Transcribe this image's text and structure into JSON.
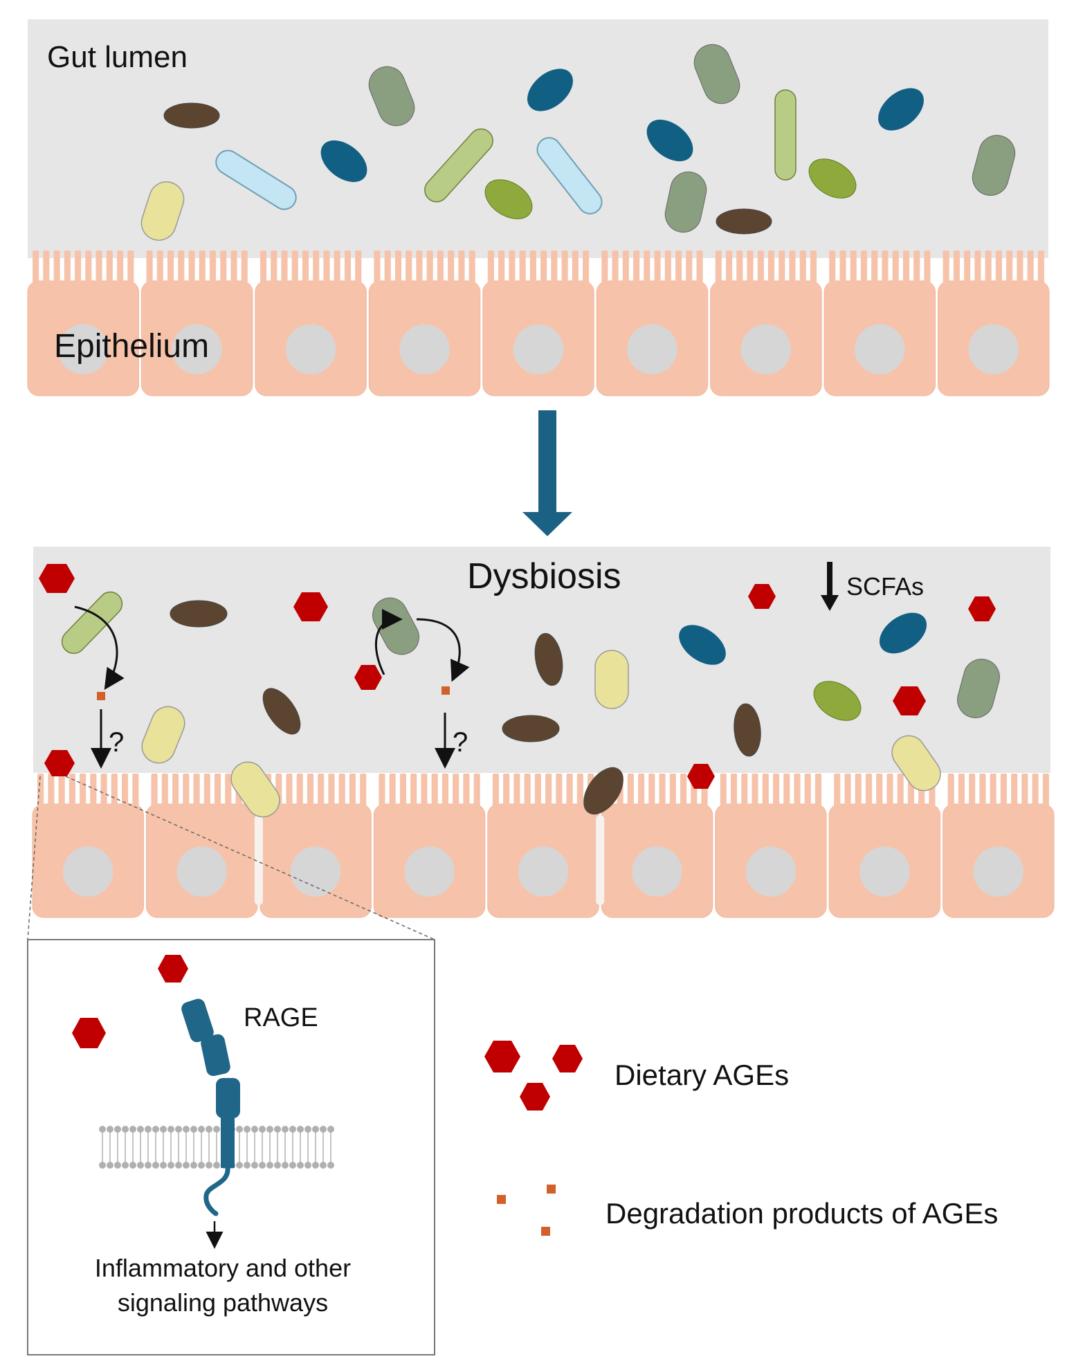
{
  "panel_top": {
    "lumen_label": "Gut lumen",
    "epithelium_label": "Epithelium"
  },
  "panel_bottom": {
    "title": "Dysbiosis",
    "scfa_label": "SCFAs",
    "uncertain_1": "?",
    "uncertain_2": "?"
  },
  "inset": {
    "receptor_label": "RAGE",
    "outcome_line1": "Inflammatory and other",
    "outcome_line2": "signaling pathways"
  },
  "legend": {
    "dietary_ages": "Dietary AGEs",
    "degradation_products": "Degradation products of AGEs"
  },
  "colors": {
    "lumen": "#e6e6e6",
    "epithelium": "#f6c3aa",
    "nucleus": "#d6d6d6",
    "flow_arrow": "#1b6183",
    "age": "#c00000",
    "degradation": "#d2602a",
    "rage": "#1f6688",
    "bacteria_darkblue": "#125f84",
    "bacteria_brown": "#5c4530",
    "bacteria_sage": "#8a9e80",
    "bacteria_lime": "#b9cc86",
    "bacteria_green": "#8eaa3c",
    "bacteria_lightblue": "#c4e5f3",
    "bacteria_yellow": "#e8e29a"
  }
}
